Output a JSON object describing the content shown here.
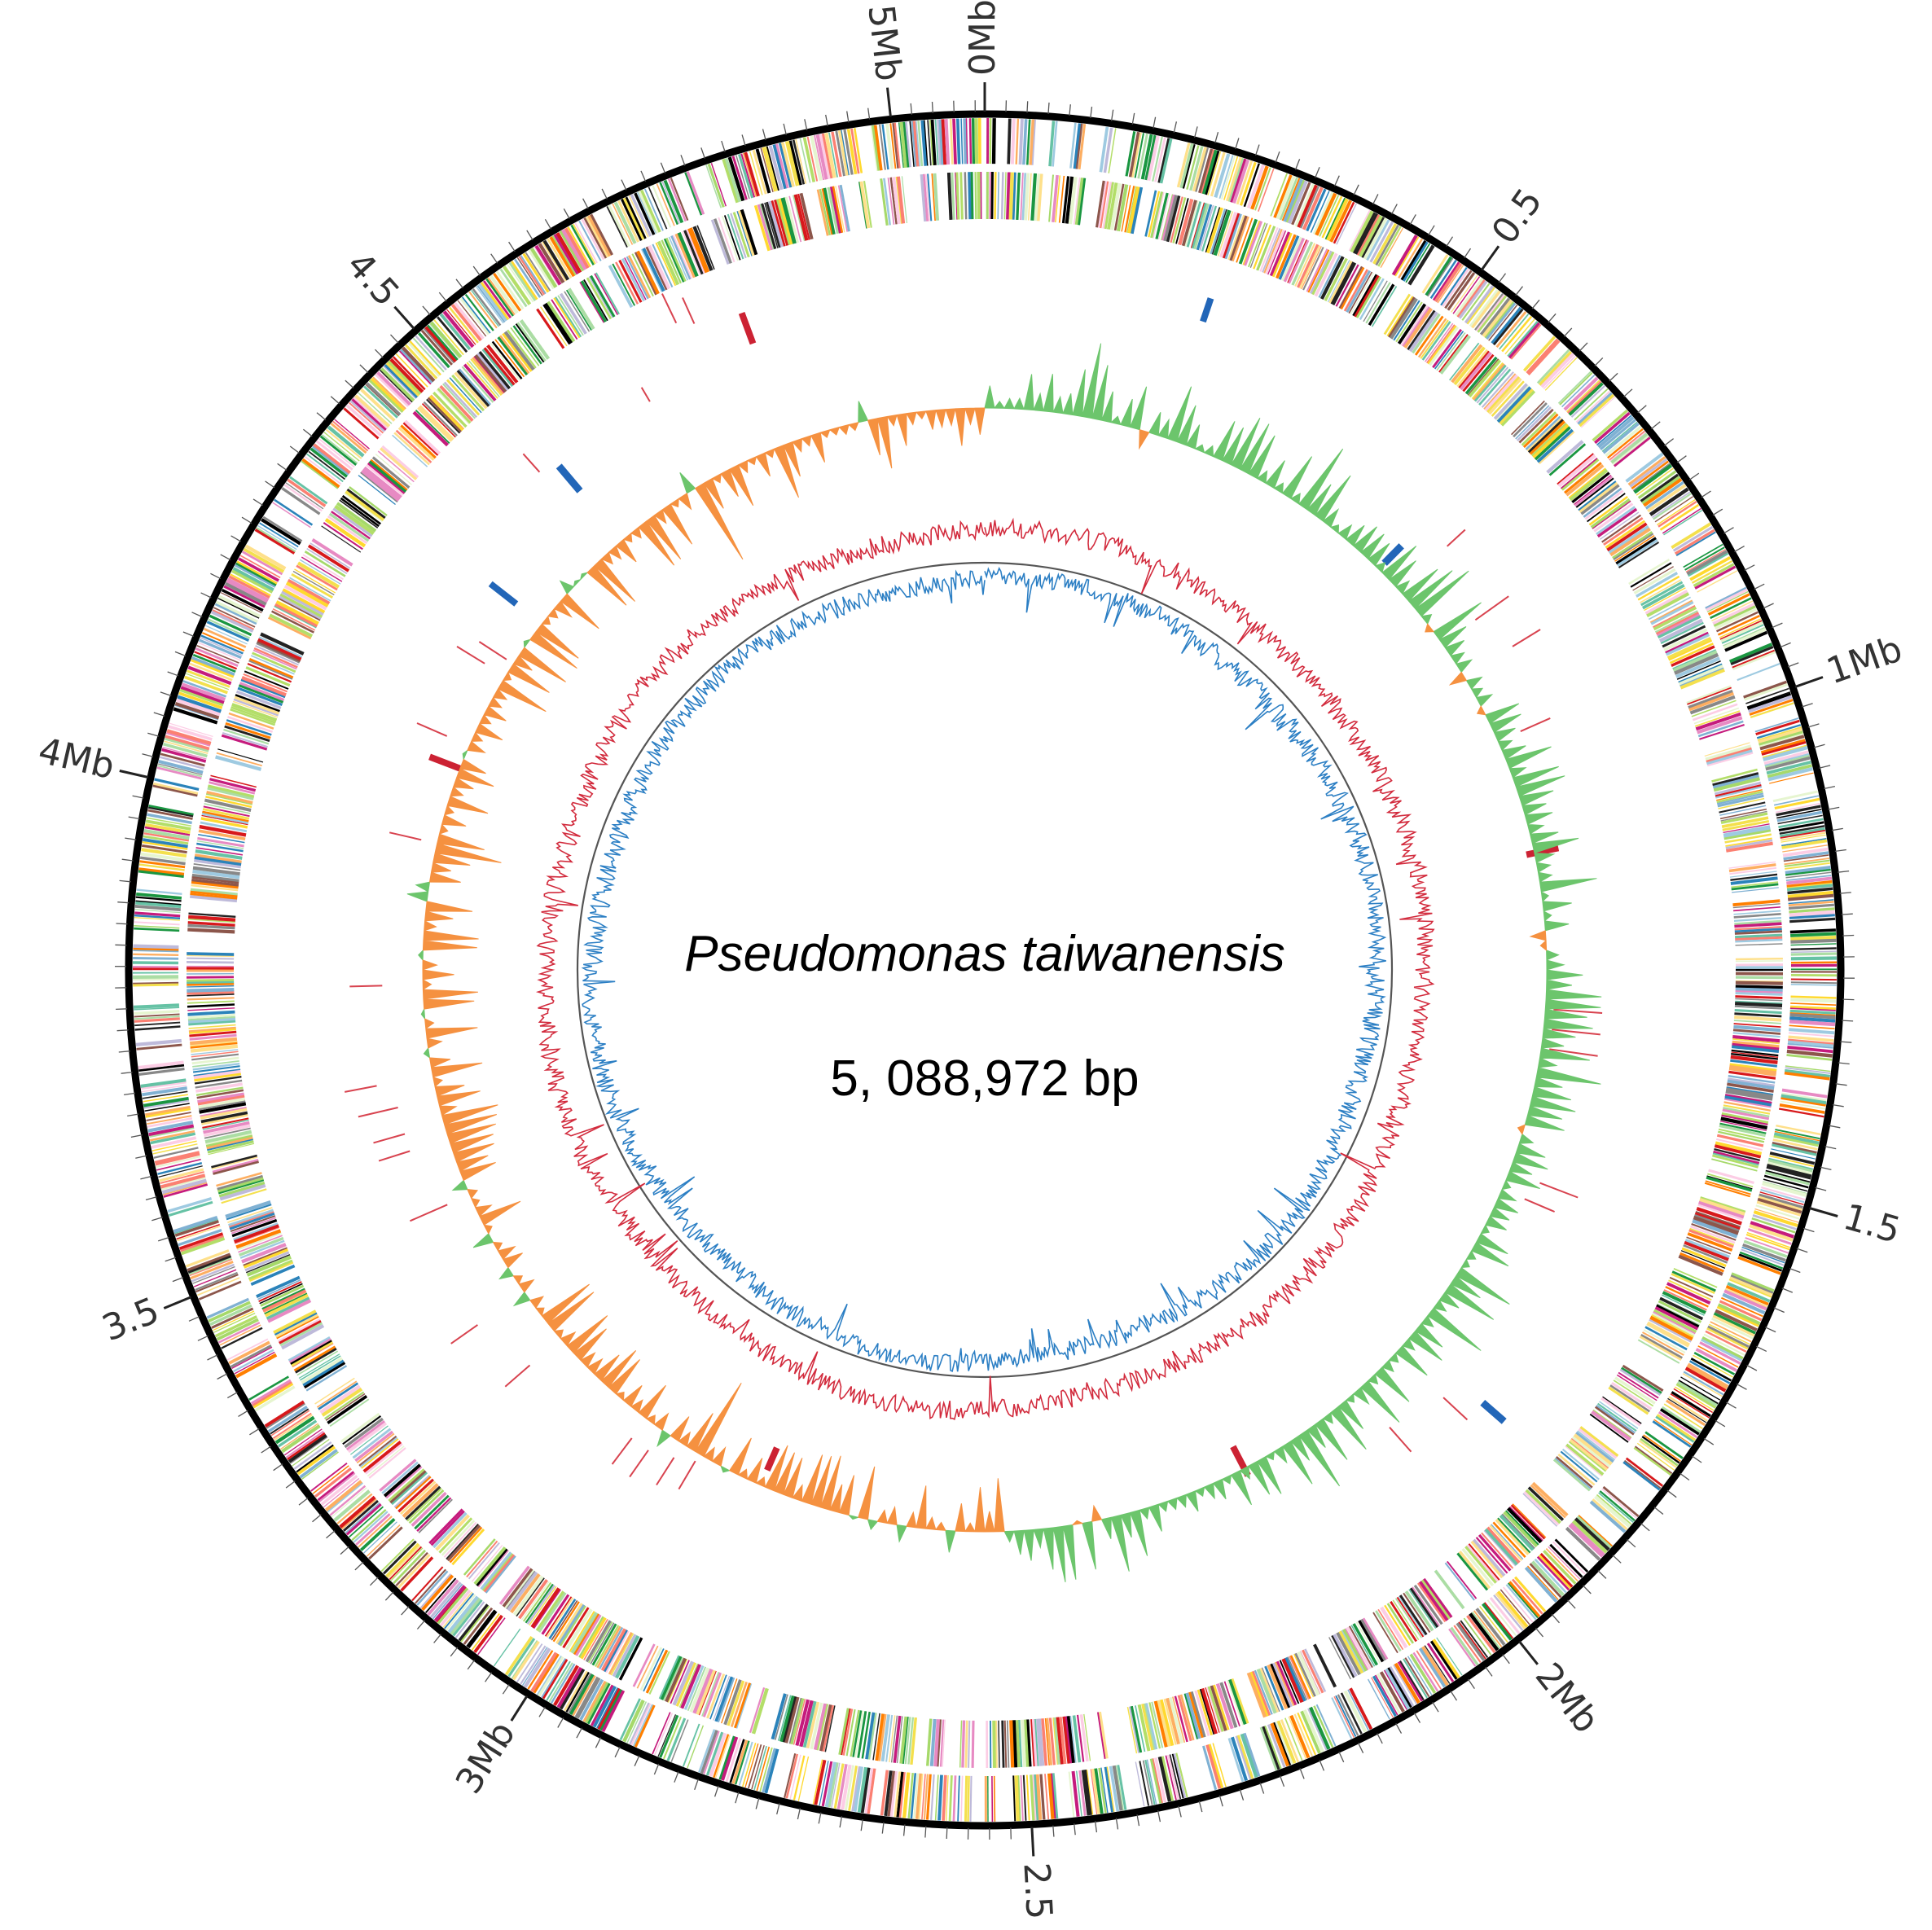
{
  "title": "Pseudomonas taiwanensis",
  "genome_size_label": "5, 088,972 bp",
  "genome_length_bp": 5088972,
  "scale_labels": [
    {
      "text": "0Mb",
      "position_mb": 0
    },
    {
      "text": "0.5",
      "position_mb": 0.5
    },
    {
      "text": "1Mb",
      "position_mb": 1.0
    },
    {
      "text": "1.5",
      "position_mb": 1.5
    },
    {
      "text": "2Mb",
      "position_mb": 2.0
    },
    {
      "text": "2.5",
      "position_mb": 2.5
    },
    {
      "text": "3Mb",
      "position_mb": 3.0
    },
    {
      "text": "3.5",
      "position_mb": 3.5
    },
    {
      "text": "4Mb",
      "position_mb": 4.0
    },
    {
      "text": "4.5",
      "position_mb": 4.5
    },
    {
      "text": "5Mb",
      "position_mb": 5.0
    }
  ],
  "tracks": [
    {
      "name": "genome-scale-ring"
    },
    {
      "name": "cds-forward-strand"
    },
    {
      "name": "cds-reverse-strand"
    },
    {
      "name": "rna-features"
    },
    {
      "name": "gc-skew"
    },
    {
      "name": "gc-content"
    }
  ],
  "colors": {
    "ring": "#000000",
    "gc_skew_positive": "#6cc56c",
    "gc_skew_negative": "#f59140",
    "gc_content_outer": "#d22b3d",
    "gc_content_inner": "#2c7fc4",
    "baseline": "#555555",
    "trna": "#d8434f",
    "rrna_blue": "#2266b8",
    "rrna_red": "#cc2233"
  },
  "cog_palette": [
    "#f4e04d",
    "#a6d96a",
    "#1a9641",
    "#fdae61",
    "#d7191c",
    "#2b83ba",
    "#abdda4",
    "#000000",
    "#ff7f00",
    "#bebada",
    "#fb8072",
    "#80b1d3",
    "#b3de69",
    "#fccde5",
    "#8c564b",
    "#e78ac3",
    "#66c2a5",
    "#ffd92f",
    "#888888",
    "#9ecae1",
    "#c51b7d",
    "#e6f5d0",
    "#222222",
    "#fee08b"
  ]
}
